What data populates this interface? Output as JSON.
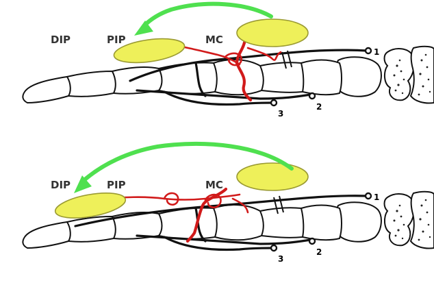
{
  "colors": {
    "arrow": "#4fe04f",
    "flap": "#eef05a",
    "vessel": "#d11a1a",
    "outline": "#111111"
  },
  "panels": [
    {
      "labels": {
        "dip": "DIP",
        "pip": "PIP",
        "mc": "MC"
      },
      "nerve_numbers": [
        "1",
        "2",
        "3"
      ]
    },
    {
      "labels": {
        "dip": "DIP",
        "pip": "PIP",
        "mc": "MC"
      },
      "nerve_numbers": [
        "1",
        "2",
        "3"
      ]
    }
  ]
}
